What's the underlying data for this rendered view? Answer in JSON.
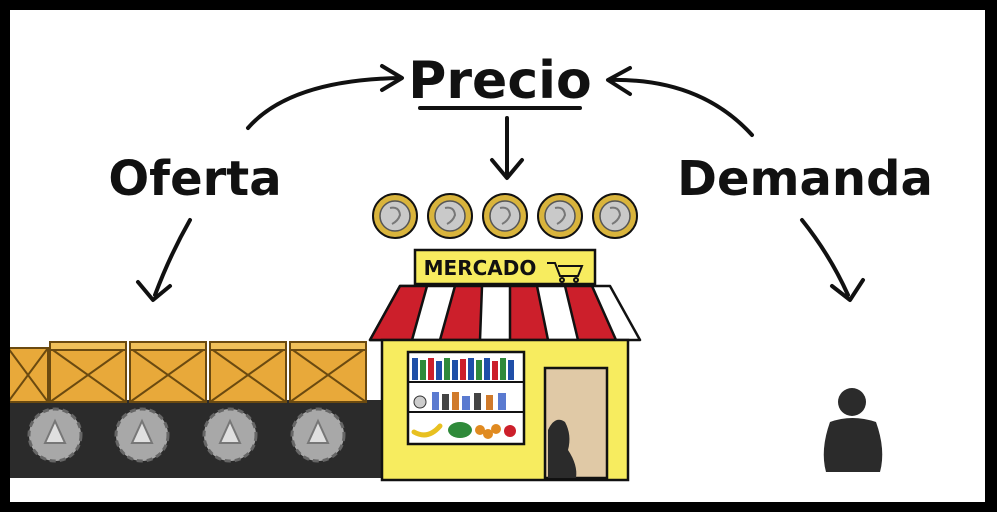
{
  "labels": {
    "price": "Precio",
    "supply": "Oferta",
    "demand": "Demanda",
    "market_sign": "MERCADO"
  },
  "colors": {
    "background": "#ffffff",
    "ink": "#111111",
    "coin_gold": "#d9b43c",
    "coin_silver": "#c9c9c9",
    "box": "#e8a93a",
    "shop_wall": "#f7ec5f",
    "awning_red": "#cc1f2b",
    "conveyor": "#2b2b2b"
  },
  "icons": [
    "coin-icon",
    "box-icon",
    "shop-icon",
    "cart-icon",
    "person-icon",
    "gear-icon",
    "arrow-icon"
  ]
}
